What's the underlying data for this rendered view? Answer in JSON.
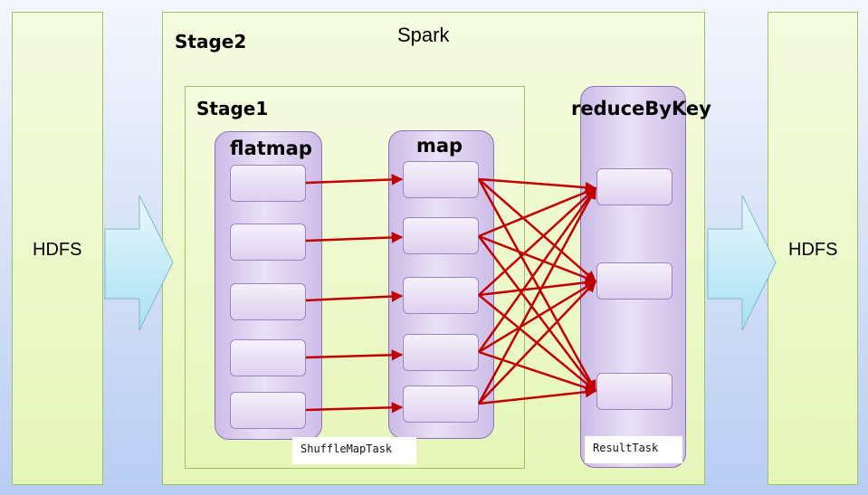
{
  "spark_label": "Spark",
  "stage2_label": "Stage2",
  "stage1_label": "Stage1",
  "left_storage_label": "HDFS",
  "right_storage_label": "HDFS",
  "flatmap_label": "flatmap",
  "map_label": "map",
  "reduce_label": "reduceByKey",
  "shuffle_task_label": "ShuffleMapTask",
  "result_task_label": "ResultTask",
  "colors": {
    "arrow": "#c00000",
    "stage_fill": "#e6f6b8",
    "partition_fill": "#ddd0ef",
    "flow_arrow": "#bfe9f7"
  }
}
